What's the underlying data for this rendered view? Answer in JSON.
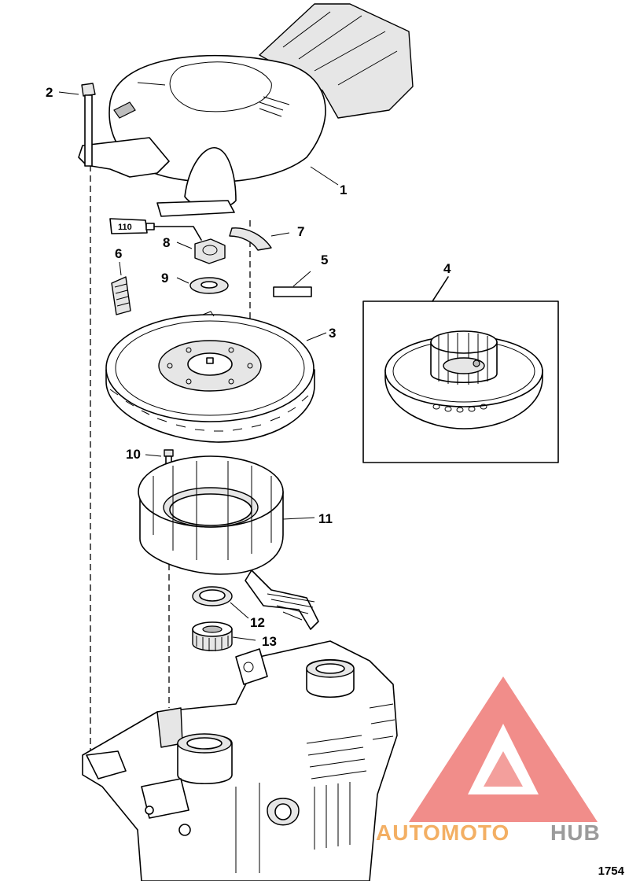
{
  "diagram": {
    "figure_number": "1754",
    "part_callouts": [
      "1",
      "2",
      "3",
      "4",
      "5",
      "6",
      "7",
      "8",
      "9",
      "10",
      "11",
      "12",
      "13"
    ],
    "tube_label": "110"
  },
  "watermark": {
    "word_a": "AUTOMOTO",
    "word_b": "HUB",
    "accent_color": "#e8423c",
    "word_a_color": "#f2a24a",
    "word_b_color": "#8a8a8a"
  }
}
